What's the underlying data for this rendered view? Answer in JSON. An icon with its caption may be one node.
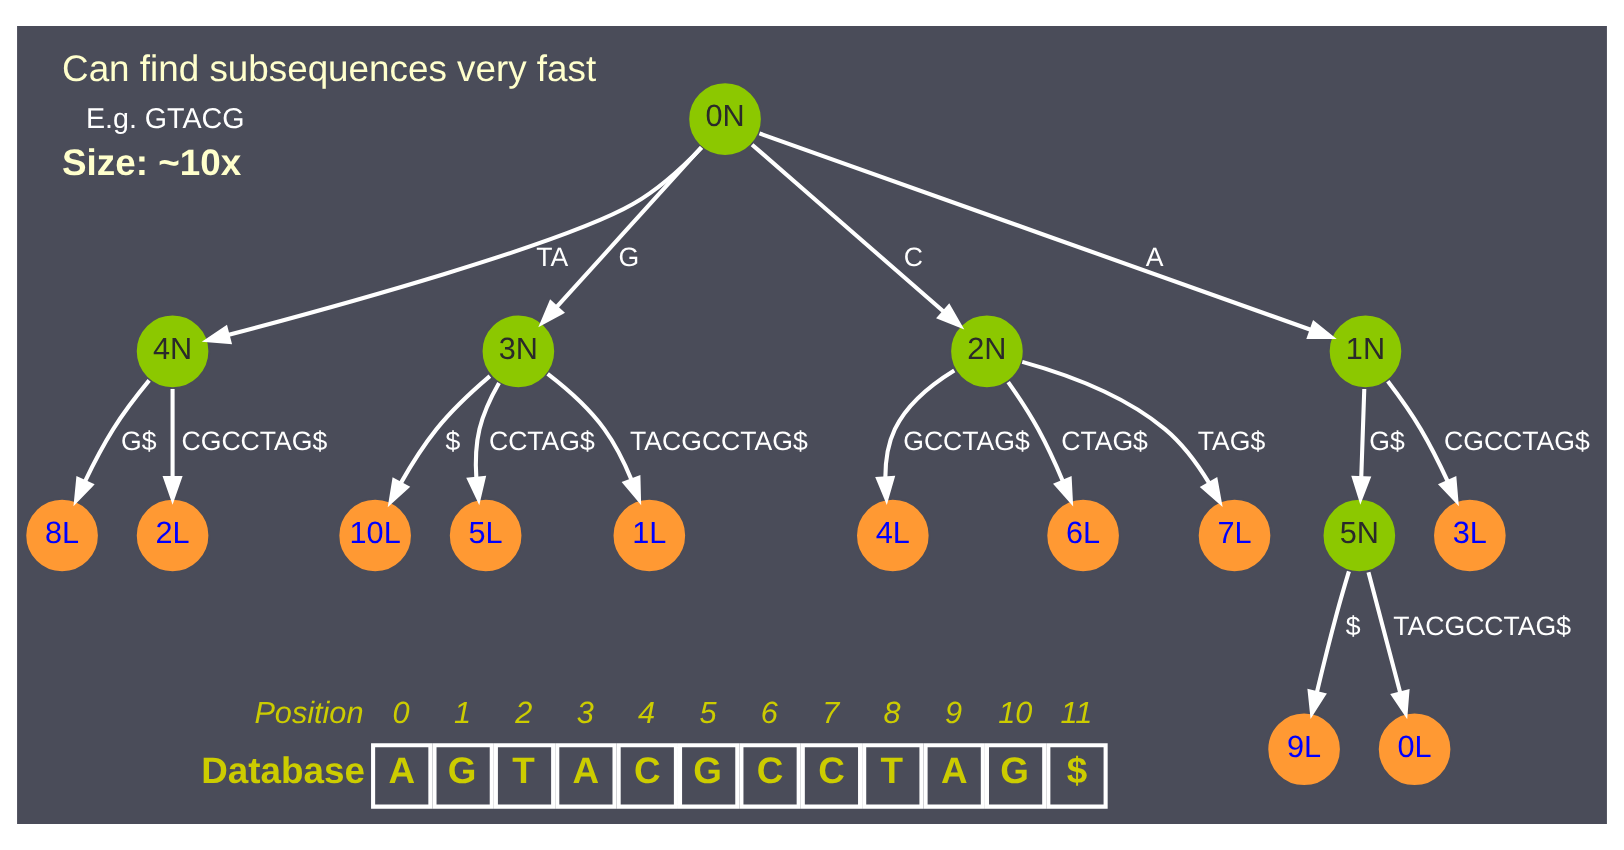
{
  "diagram": {
    "nodes": [
      {
        "text": [
          "0N"
        ]
      },
      {
        "text": [
          "4N"
        ]
      },
      {
        "text": [
          "3N"
        ]
      },
      {
        "text": [
          "2N"
        ]
      },
      {
        "text": [
          "1N"
        ]
      },
      {
        "text": [
          "8L"
        ]
      },
      {
        "text": [
          "2L"
        ]
      },
      {
        "text": [
          "10L"
        ]
      },
      {
        "text": [
          "5L"
        ]
      },
      {
        "text": [
          "1L"
        ]
      },
      {
        "text": [
          "4L"
        ]
      },
      {
        "text": [
          "6L"
        ]
      },
      {
        "text": [
          "7L"
        ]
      },
      {
        "text": [
          "5N"
        ]
      },
      {
        "text": [
          "3L"
        ]
      },
      {
        "text": [
          "9L"
        ]
      },
      {
        "text": [
          "0L"
        ]
      }
    ],
    "edges": [
      {
        "from": 0,
        "to": 1,
        "arrow": "to",
        "label": "TA"
      },
      {
        "from": 0,
        "to": 2,
        "arrow": "to",
        "label": "G"
      },
      {
        "from": 0,
        "to": 3,
        "arrow": "to",
        "label": "C"
      },
      {
        "from": 0,
        "to": 4,
        "arrow": "to",
        "label": "A"
      },
      {
        "from": 1,
        "to": 5,
        "arrow": "to",
        "label": "G$"
      },
      {
        "from": 1,
        "to": 6,
        "arrow": "to",
        "label": "CGCCTAG$"
      },
      {
        "from": 2,
        "to": 7,
        "arrow": "to",
        "label": "$"
      },
      {
        "from": 2,
        "to": 8,
        "arrow": "to",
        "label": "CCTAG$"
      },
      {
        "from": 2,
        "to": 9,
        "arrow": "to",
        "label": "TACGCCTAG$"
      },
      {
        "from": 3,
        "to": 10,
        "arrow": "to",
        "label": "GCCTAG$"
      },
      {
        "from": 3,
        "to": 11,
        "arrow": "to",
        "label": "CTAG$"
      },
      {
        "from": 3,
        "to": 12,
        "arrow": "to",
        "label": "TAG$"
      },
      {
        "from": 4,
        "to": 13,
        "arrow": "to",
        "label": "G$"
      },
      {
        "from": 4,
        "to": 14,
        "arrow": "to",
        "label": "CGCCTAG$"
      },
      {
        "from": 13,
        "to": 15,
        "arrow": "to",
        "label": "$"
      },
      {
        "from": 13,
        "to": 16,
        "arrow": "to",
        "label": "TACGCCTAG$"
      }
    ],
    "labels": [
      "Can find subsequences very fast",
      "E.g. GTACG",
      "Size: ~10x",
      "Position",
      "0",
      "1",
      "2",
      "3",
      "4",
      "5",
      "6",
      "7",
      "8",
      "9",
      "10",
      "11",
      "Database",
      "A",
      "G",
      "T",
      "A",
      "C",
      "G",
      "C",
      "C",
      "T",
      "A",
      "G",
      "$"
    ]
  }
}
